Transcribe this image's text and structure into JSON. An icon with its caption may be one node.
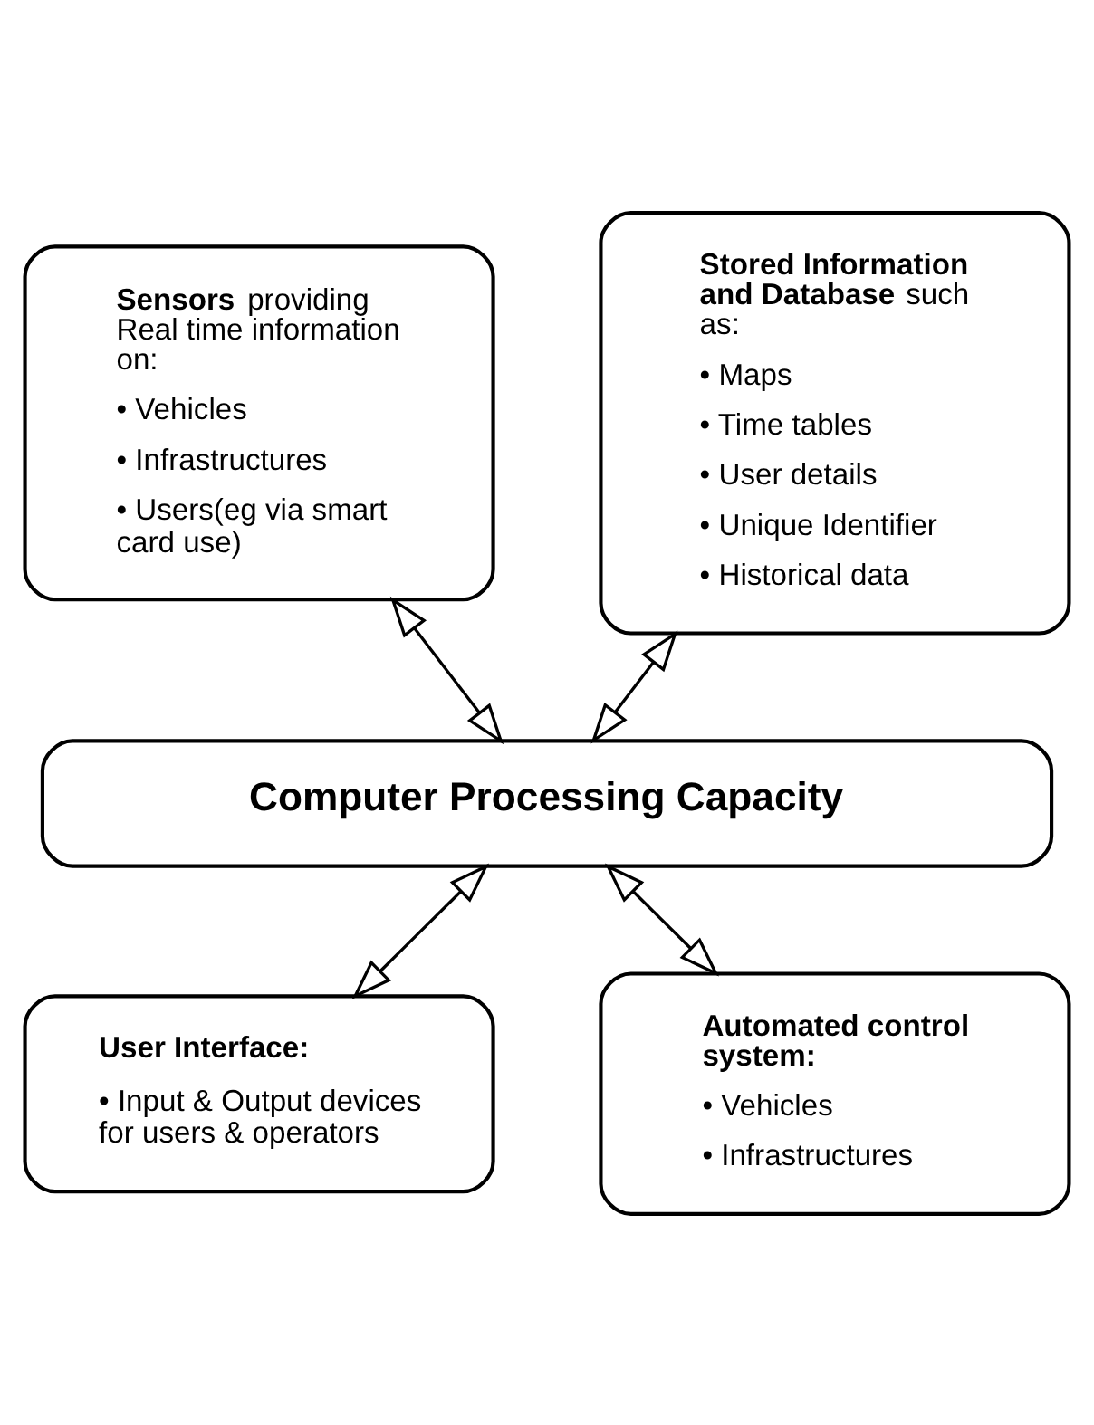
{
  "diagram": {
    "nodes": [
      {
        "text": [
          "**Sensors** providing Real time information on:",
          "• Vehicles",
          "• Infrastructures",
          "• Users(eg via smart card use)"
        ]
      },
      {
        "text": [
          "**Stored Information and Database** such as:",
          "• Maps",
          "• Time tables",
          "• User details",
          "• Unique Identifier",
          "• Historical data"
        ]
      },
      {
        "text": [
          "Computer Processing Capacity"
        ]
      },
      {
        "text": [
          "**User Interface:**",
          "• Input & Output devices for users & operators"
        ]
      },
      {
        "text": [
          "**Automated control system:**",
          "• Vehicles",
          "• Infrastructures"
        ]
      }
    ],
    "edges": [
      {
        "from": 0,
        "to": 2,
        "arrow": "both"
      },
      {
        "from": 1,
        "to": 2,
        "arrow": "both"
      },
      {
        "from": 2,
        "to": 3,
        "arrow": "both"
      },
      {
        "from": 2,
        "to": 4,
        "arrow": "both"
      }
    ]
  }
}
